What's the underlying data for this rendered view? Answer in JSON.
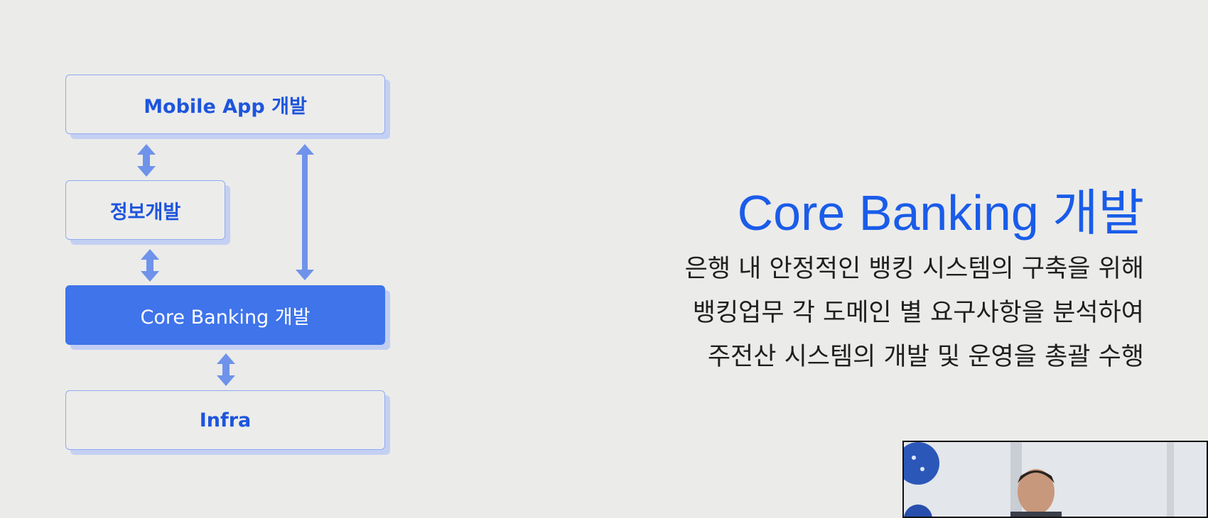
{
  "diagram": {
    "nodes": {
      "mobile_app": "Mobile App 개발",
      "info_dev": "정보개발",
      "core_banking": "Core Banking 개발",
      "infra": "Infra"
    }
  },
  "content": {
    "title": "Core Banking 개발",
    "lines": [
      "은행 내 안정적인 뱅킹 시스템의 구축을 위해",
      "뱅킹업무 각 도메인 별 요구사항을 분석하여",
      "주전산 시스템의 개발 및 운영을 총괄 수행"
    ]
  },
  "colors": {
    "accent": "#1a5ce9",
    "active_box": "#3f74ea",
    "arrow": "#6f93ea",
    "background": "#ebebe9"
  }
}
